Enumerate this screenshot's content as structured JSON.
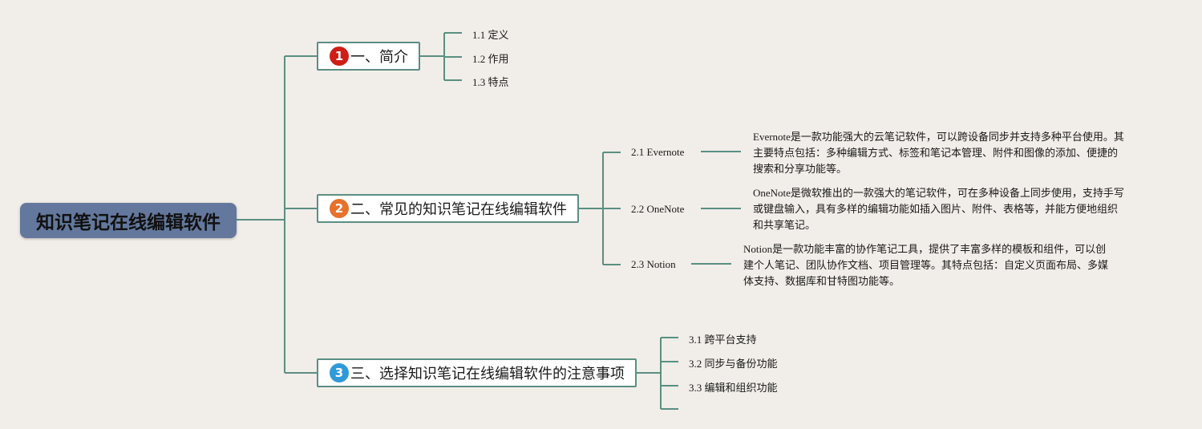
{
  "colors": {
    "background": "#f1ede8",
    "root_fill": "#63789c",
    "connector": "#5a8f82",
    "badge_1": "#cf1e17",
    "badge_2": "#e8712b",
    "badge_3": "#2f9ad8"
  },
  "root": {
    "label": "知识笔记在线编辑软件"
  },
  "branches": [
    {
      "number": "1",
      "label": "一、简介",
      "children": [
        {
          "label": "1.1 定义"
        },
        {
          "label": "1.2 作用"
        },
        {
          "label": "1.3 特点"
        }
      ]
    },
    {
      "number": "2",
      "label": "二、常见的知识笔记在线编辑软件",
      "children": [
        {
          "label": "2.1 Evernote",
          "description_lines": [
            "Evernote是一款功能强大的云笔记软件，可以跨设备同步并支持多种平台使用。其",
            "主要特点包括：多种编辑方式、标签和笔记本管理、附件和图像的添加、便捷的",
            "搜索和分享功能等。"
          ]
        },
        {
          "label": "2.2 OneNote",
          "description_lines": [
            "OneNote是微软推出的一款强大的笔记软件，可在多种设备上同步使用，支持手写",
            "或键盘输入，具有多样的编辑功能如插入图片、附件、表格等，并能方便地组织",
            "和共享笔记。"
          ]
        },
        {
          "label": "2.3 Notion",
          "description_lines": [
            "Notion是一款功能丰富的协作笔记工具，提供了丰富多样的模板和组件，可以创",
            "建个人笔记、团队协作文档、项目管理等。其特点包括：自定义页面布局、多媒",
            "体支持、数据库和甘特图功能等。"
          ]
        }
      ]
    },
    {
      "number": "3",
      "label": "三、选择知识笔记在线编辑软件的注意事项",
      "children": [
        {
          "label": "3.1 跨平台支持"
        },
        {
          "label": "3.2 同步与备份功能"
        },
        {
          "label": "3.3 编辑和组织功能"
        },
        {
          "label": ""
        }
      ]
    }
  ]
}
